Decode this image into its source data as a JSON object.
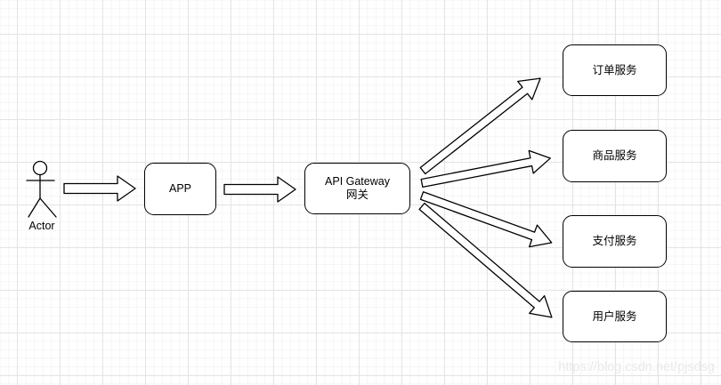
{
  "diagram": {
    "actor": {
      "label": "Actor"
    },
    "app": {
      "label": "APP"
    },
    "gateway": {
      "line1": "API Gateway",
      "line2": "网关"
    },
    "services": [
      {
        "label": "订单服务"
      },
      {
        "label": "商品服务"
      },
      {
        "label": "支付服务"
      },
      {
        "label": "用户服务"
      }
    ],
    "colors": {
      "shape_stroke": "#000000",
      "shape_fill": "#ffffff",
      "text": "#000000",
      "grid_minor": "#f5f5f5",
      "grid_major": "#e4e4e4",
      "background": "#ffffff"
    }
  },
  "watermark": {
    "text": "https://blog.csdn.net/pjsdsg",
    "color": "#e9e9e9"
  }
}
